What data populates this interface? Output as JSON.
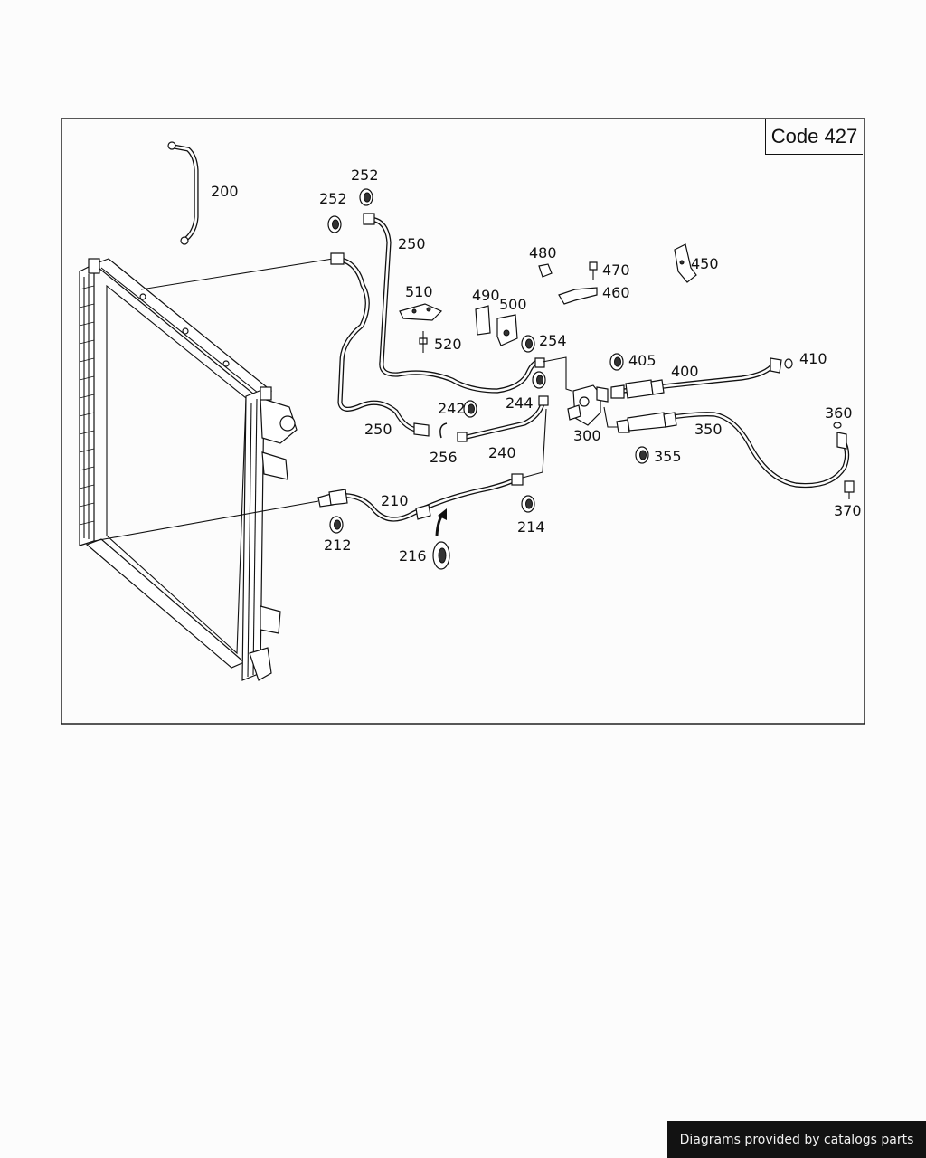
{
  "code_label": "Code 427",
  "footer_text": "Diagrams provided by catalogs parts",
  "callouts": {
    "c200": "200",
    "c252a": "252",
    "c252b": "252",
    "c250a": "250",
    "c250b": "250",
    "c510": "510",
    "c490": "490",
    "c500": "500",
    "c480": "480",
    "c470": "470",
    "c460": "460",
    "c450": "450",
    "c520": "520",
    "c254": "254",
    "c405": "405",
    "c400": "400",
    "c410": "410",
    "c242": "242",
    "c244": "244",
    "c256": "256",
    "c240": "240",
    "c300": "300",
    "c350": "350",
    "c360": "360",
    "c355": "355",
    "c370": "370",
    "c210": "210",
    "c212": "212",
    "c214": "214",
    "c216": "216"
  }
}
